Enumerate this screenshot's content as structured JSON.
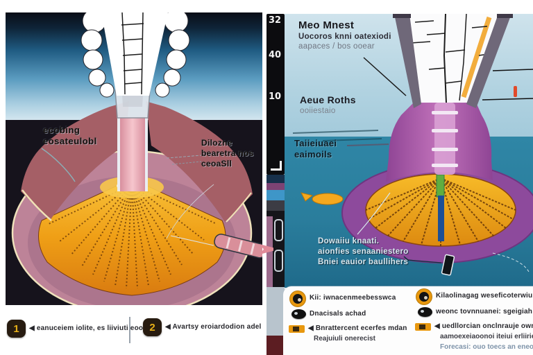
{
  "left_panel": {
    "labels": {
      "cooling": {
        "line1": "ecobing",
        "line2": "eosateulobl"
      },
      "diverse": {
        "line1": "Dilozne",
        "line2": "bearetra nos",
        "line3": "ceoaSll"
      }
    },
    "legend": {
      "item1": {
        "num": "1",
        "text": "◀ eanuceiem iolite, es liiviuti eoock."
      },
      "item2": {
        "num": "2",
        "text": "◀ Avartsy eroiardodion adel"
      }
    }
  },
  "right_panel": {
    "depth_scale": {
      "tick1": "32",
      "tick2": "40",
      "tick3": "10"
    },
    "labels": {
      "vent": {
        "line1": "Meo Mnest",
        "line2": "Uocoros knni oatexiodi",
        "line3": "aapaces / bos ooear"
      },
      "rocks": {
        "line1": "Aeue Roths",
        "line2": "ooiiestaio"
      },
      "sediment": {
        "line1": "Taiieiuaei",
        "line2": "eaimoils"
      },
      "chamber": {
        "line1": "Dowaiiu knaati.",
        "line2": "aionfies senaaniestero",
        "line3": "Bniei eauior baullihers"
      }
    },
    "legend_left": {
      "item1": "Kii: iwnacenmeebesswca",
      "item2": "Dnacisals achad",
      "item3a": "◀ Bnrattercent ecerfes mdan",
      "item3b": "Reajuiuli onerecist"
    },
    "legend_right": {
      "item1": "Kilaolinagag weseficoterwiuidlc",
      "item2": "weonc tovnnuanei: sgeigiah ge",
      "item3a": "◀ uedllorcian onclnrauje ownen",
      "item3b": "aamoexeiaoonoi iteiui erliiries",
      "item3c": "Forecasi: ouo toecs an eneoneeiw a"
    }
  },
  "colors": {
    "accent_orange": "#f0a018",
    "magma_orange": "#e8920f",
    "chamber_pink": "#bd8398",
    "ring_purple": "#8d4a9c",
    "ocean_teal": "#2a7d9c",
    "badge_gold": "#e8b018"
  }
}
